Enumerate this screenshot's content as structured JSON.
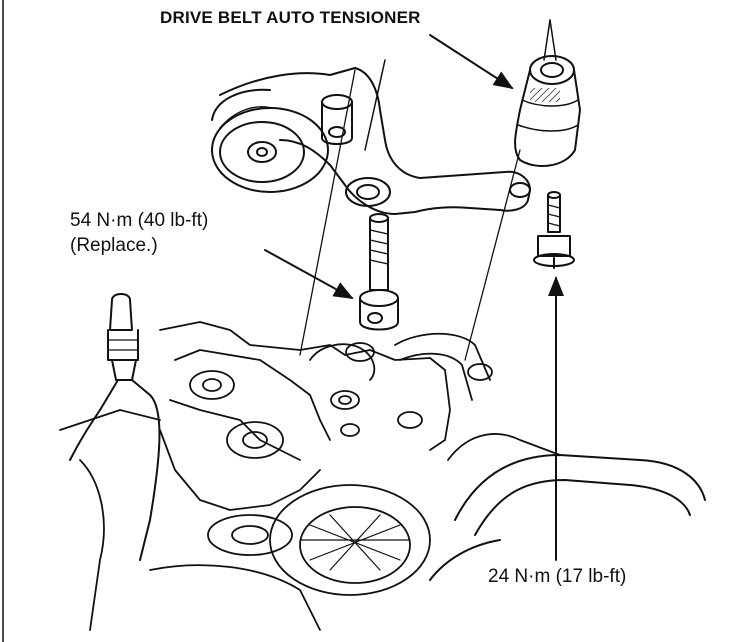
{
  "labels": {
    "title": "DRIVE BELT AUTO TENSIONER",
    "bolt_torque_line1": "54 N·m (40 lb-ft)",
    "bolt_torque_line2": "(Replace.)",
    "flange_bolt_torque": "24 N·m (17 lb-ft)"
  },
  "colors": {
    "ink": "#111111",
    "paper": "#ffffff"
  }
}
